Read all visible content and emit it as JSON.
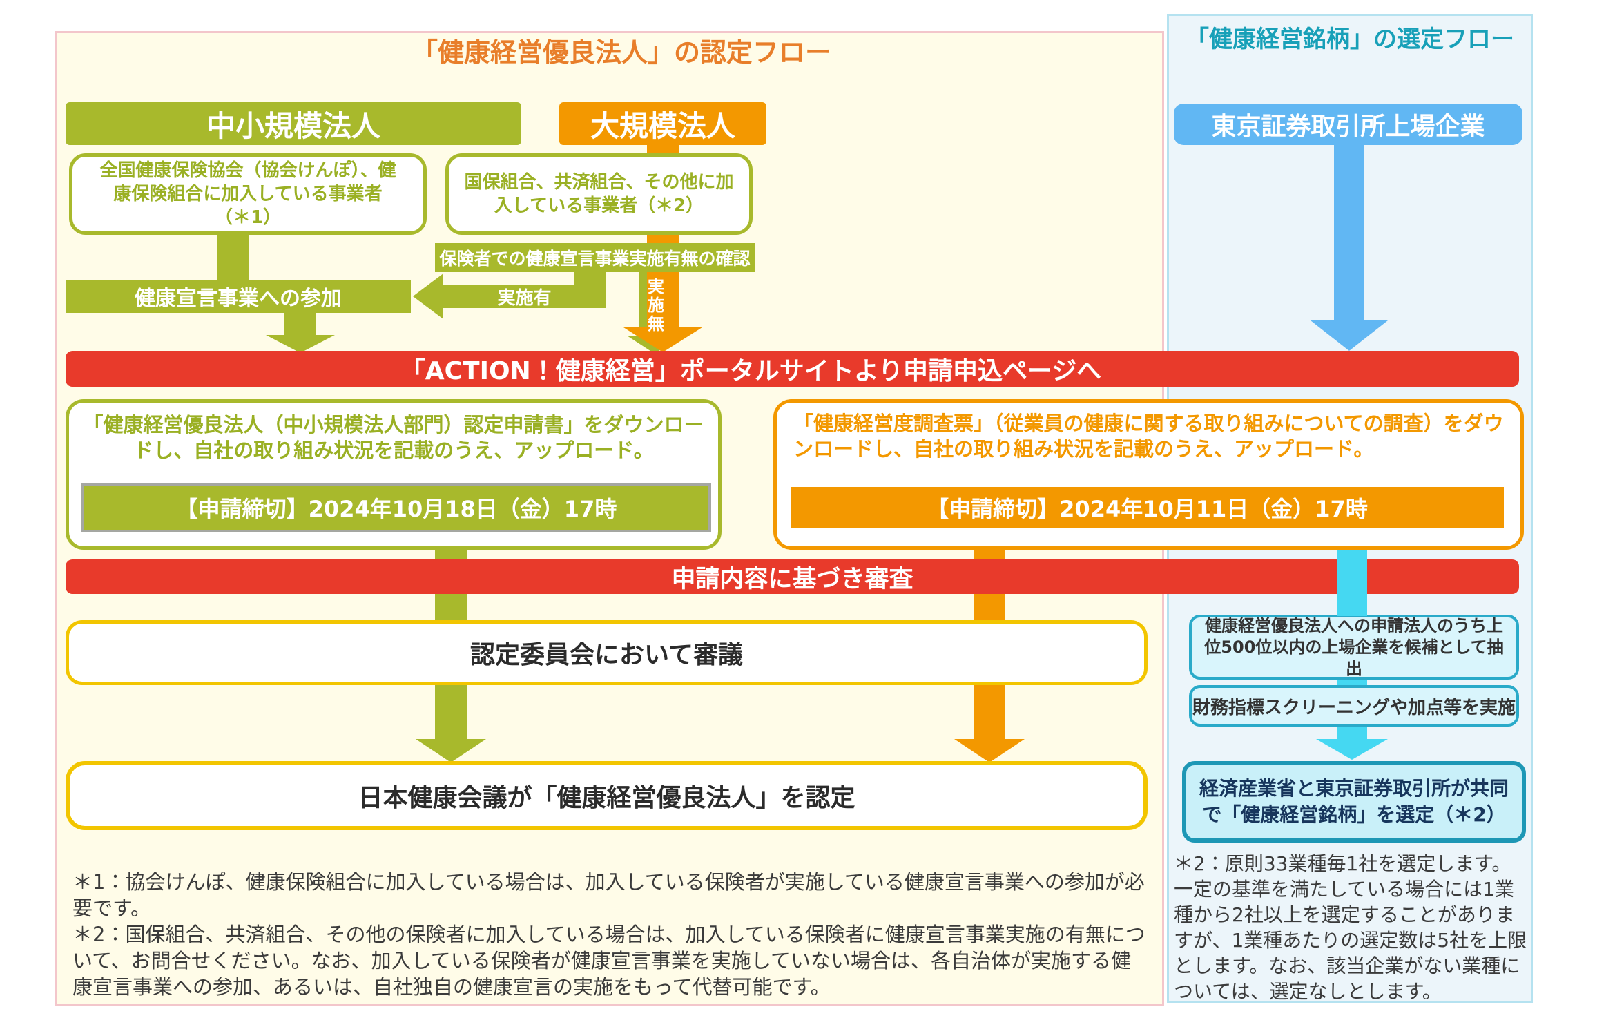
{
  "left_panel": {
    "title": "「健康経営優良法人」の認定フロー",
    "header_sme": "中小規模法人",
    "header_large": "大規模法人",
    "box_kyokai": "全国健康保険協会（協会けんぽ）、健康保険組合に加入している事業者（＊1）",
    "box_kokuho": "国保組合、共済組合、その他に加入している事業者（＊2）",
    "confirm_bar": "保険者での健康宣言事業実施有無の確認",
    "sanka_bar": "健康宣言事業への参加",
    "label_jisshi_ari": "実施有",
    "label_jisshi_nashi": "実施無",
    "banner_action": "「ACTION！健康経営」ポータルサイトより申請申込ページへ",
    "sme_apply_text": "「健康経営優良法人（中小規模法人部門）認定申請書」をダウンロードし、自社の取り組み状況を記載のうえ、アップロード。",
    "sme_deadline": "【申請締切】2024年10月18日（金）17時",
    "large_apply_text": "「健康経営度調査票」（従業員の健康に関する取り組みについての調査）をダウンロードし、自社の取り組み状況を記載のうえ、アップロード。",
    "large_deadline": "【申請締切】2024年10月11日（金）17時",
    "banner_review": "申請内容に基づき審査",
    "box_shingi": "認定委員会において審議",
    "box_nintei": "日本健康会議が「健康経営優良法人」を認定",
    "footnote1": "＊1：協会けんぽ、健康保険組合に加入している場合は、加入している保険者が実施している健康宣言事業への参加が必要です。",
    "footnote2": "＊2：国保組合、共済組合、その他の保険者に加入している場合は、加入している保険者に健康宣言事業実施の有無について、お問合せください。なお、加入している保険者が健康宣言事業を実施していない場合は、各自治体が実施する健康宣言事業への参加、あるいは、自社独自の健康宣言の実施をもって代替可能です。"
  },
  "right_panel": {
    "title": "「健康経営銘柄」の選定フロー",
    "header_tse": "東京証券取引所上場企業",
    "box_extract": "健康経営優良法人への申請法人のうち上位500位以内の上場企業を候補として抽出",
    "box_screening": "財務指標スクリーニングや加点等を実施",
    "box_select": "経済産業省と東京証券取引所が共同で「健康経営銘柄」を選定（＊2）",
    "footnote2": "＊2：原則33業種毎1社を選定します。一定の基準を満たしている場合には1業種から2社以上を選定することがありますが、1業種あたりの選定数は5社を上限とします。なお、該当企業がない業種については、選定なしとします。"
  },
  "palette": {
    "olive_green": "#a8b92c",
    "orange": "#f39800",
    "sky_blue": "#61b7f3",
    "red": "#e83a2b",
    "gold_border": "#f2c500",
    "cyan_arrow": "#45d8f2",
    "cyan_border": "#29aac9",
    "left_bg": "#fffce8",
    "right_bg": "#ecf5fa",
    "title_orange": "#e87e2a",
    "title_teal": "#18a0b8"
  }
}
